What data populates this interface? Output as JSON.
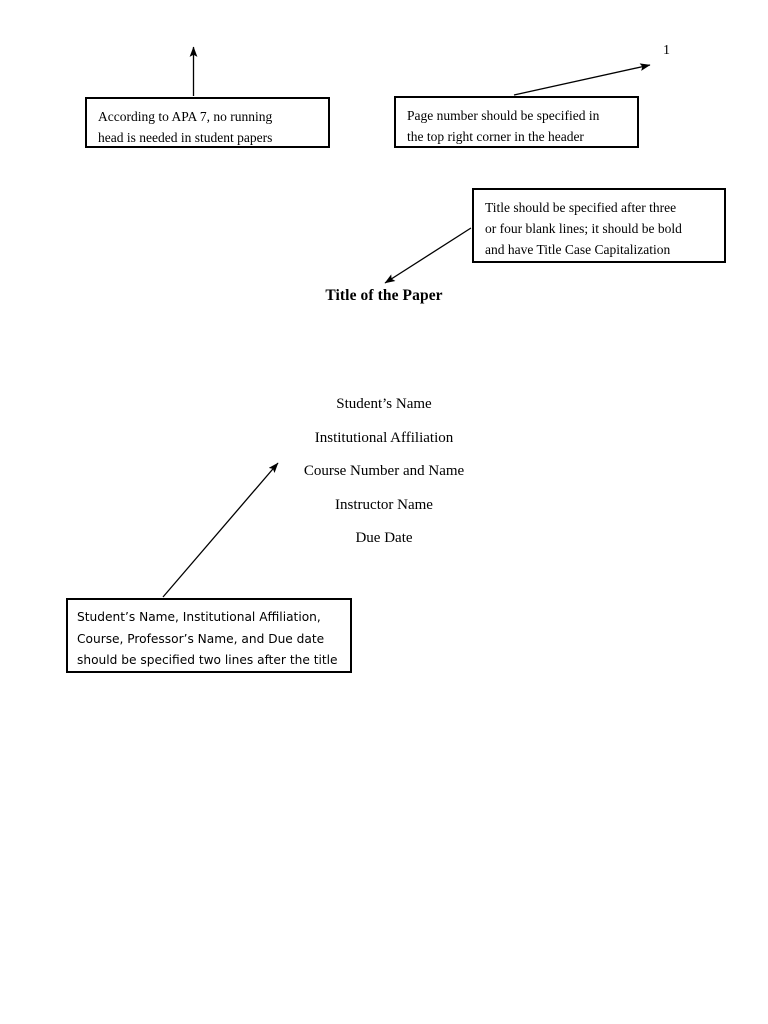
{
  "document": {
    "type": "apa7-title-page-annotated-sample",
    "background_color": "#ffffff",
    "ink_color": "#000000"
  },
  "manuscript": {
    "page_number": "1",
    "title": "Title of the Paper",
    "author_block": [
      {
        "label": "Student’s Name"
      },
      {
        "label": "Institutional Affiliation"
      },
      {
        "label": "Course Number and Name"
      },
      {
        "label": "Instructor Name"
      },
      {
        "label": "Due Date"
      }
    ]
  },
  "annotations": [
    {
      "id": "running-head",
      "lines": [
        "According to APA 7, no running",
        "head is needed in student papers"
      ]
    },
    {
      "id": "page-number",
      "lines": [
        "Page number should be specified in",
        "the top right corner in the header"
      ]
    },
    {
      "id": "title-rule",
      "lines": [
        "Title should be specified after three",
        "or four blank lines; it should be bold",
        "and have Title Case Capitalization"
      ]
    },
    {
      "id": "author-block",
      "lines": [
        "Student’s Name, Institutional Affiliation,",
        "Course, Professor’s Name, and Due date",
        "should be specified two lines after the title"
      ]
    }
  ],
  "connectors": [
    {
      "id": "running-head-arrow",
      "from": "callout-running-head",
      "to": "header-left-margin"
    },
    {
      "id": "page-number-arrow",
      "from": "callout-page-number",
      "to": "page-number-header"
    },
    {
      "id": "title-arrow",
      "from": "callout-title-rule",
      "to": "paper-title"
    },
    {
      "id": "author-block-arrow",
      "from": "callout-author-block",
      "to": "author-lines"
    }
  ]
}
